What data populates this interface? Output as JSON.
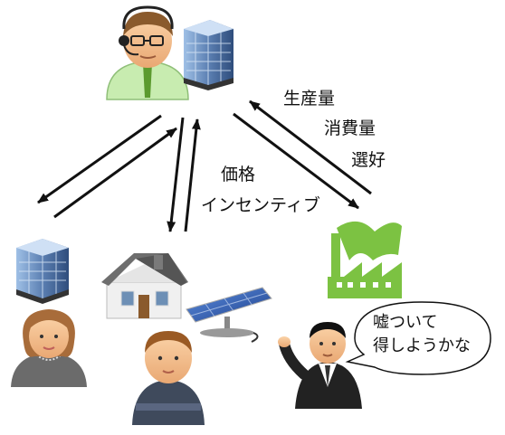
{
  "labels": {
    "production": "生産量",
    "consumption": "消費量",
    "preference": "選好",
    "price": "価格",
    "incentive": "インセンティブ"
  },
  "speech_bubble": {
    "line1": "嘘ついて",
    "line2": "得しようかな"
  },
  "icons": {
    "operator": "operator-with-headset-icon",
    "top_building": "office-building-icon",
    "left_building": "office-building-icon",
    "house": "house-icon",
    "solar": "solar-panel-icon",
    "factory": "factory-icon",
    "woman": "woman-avatar-icon",
    "boy": "boy-avatar-icon",
    "businessman": "businessman-avatar-icon"
  },
  "colors": {
    "arrow": "#111111",
    "factory": "#7cc242",
    "operator_shirt": "#c8ecb0",
    "building": "#5b7fb2"
  }
}
